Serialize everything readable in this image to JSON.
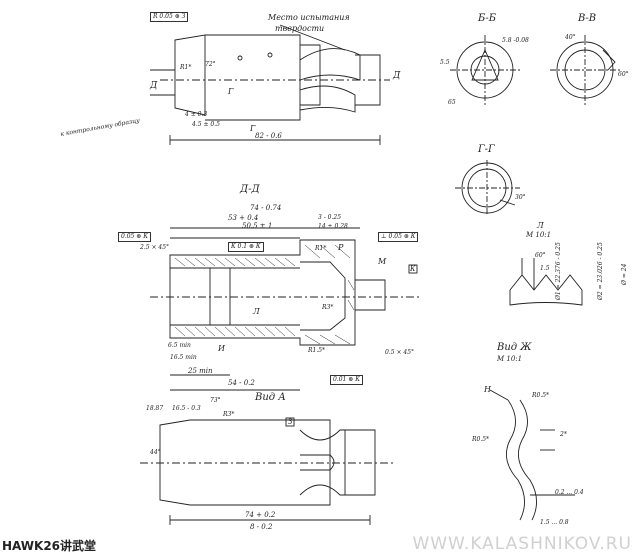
{
  "top_view": {
    "tolerance_frame": "R 0.05 ⊛ З",
    "hardness_note_line1": "Место испытания",
    "hardness_note_line2": "твердости",
    "label_d_left": "Д",
    "label_d_right": "Д",
    "label_g_left": "Г",
    "label_g_right": "Г",
    "control_sample": "к контрольному образцу",
    "dim_r1": "R1*",
    "dim_72": "72°",
    "dim_4": "4 ± 0.3",
    "dim_45": "4.5 ± 0.5",
    "dim_length": "82 - 0.6"
  },
  "section_b": {
    "title": "Б-Б",
    "dim_a": "5.8 -0.08",
    "dim_b": "5.5",
    "dim_c": "65"
  },
  "section_v": {
    "title": "В-В",
    "dim_a": "40°",
    "dim_b": "60°"
  },
  "section_g": {
    "title": "Г-Г",
    "dim_a": "30°"
  },
  "section_d": {
    "title": "Д-Д",
    "dim_74": "74 - 0.74",
    "dim_53": "53 + 0.4",
    "dim_505": "50.5 ± 1",
    "dim_3": "3 - 0.25",
    "dim_14": "14 ± 0.28",
    "dim_25": "25 min",
    "dim_54": "54 - 0.2",
    "dim_165": "16.5 min",
    "dim_65": "6.5 min",
    "frame_1": "0.05 ⊛ К",
    "frame_2": "К 0.1 ⊛ К",
    "frame_3": "⊥ 0.05 ⊛ К",
    "frame_4": "0.01 ⊛ К",
    "chamfer_1": "2.5 × 45°",
    "chamfer_2": "0.5 × 45°",
    "letter_m": "М",
    "letter_k": "К",
    "letter_i": "И",
    "letter_l": "Л",
    "letter_r": "Р",
    "r1_note": "R1*",
    "r15": "R1.5*",
    "r3": "R3*"
  },
  "view_a": {
    "title": "Вид А",
    "dim_73": "73°",
    "dim_1887": "18.87",
    "dim_165": "16.5 - 0.3",
    "dim_r3": "R3*",
    "dim_l": "74 + 0.2",
    "dim_8": "8 - 0.2",
    "box_3": "З",
    "dim_44": "44°"
  },
  "thread_detail": {
    "label": "Л",
    "scale": "М 10:1",
    "angle": "60°",
    "pitch": "1.5",
    "dia1": "Ø1 = 22.376 - 0.25",
    "dia2": "Ø2 = 23.026 - 0.25",
    "dia3": "Ø = 24"
  },
  "view_zh": {
    "title": "Вид Ж",
    "scale": "М 10:1",
    "letter_n": "Н",
    "r05a": "R0.5*",
    "r05b": "R0.5*",
    "dim_2": "2*",
    "dim_02": "0.2 ... 0.4",
    "dim_08": "1.5 ... 0.8"
  },
  "branding": {
    "logo": "HAWK26讲武堂",
    "watermark": "WWW.KALASHNIKOV.RU"
  }
}
